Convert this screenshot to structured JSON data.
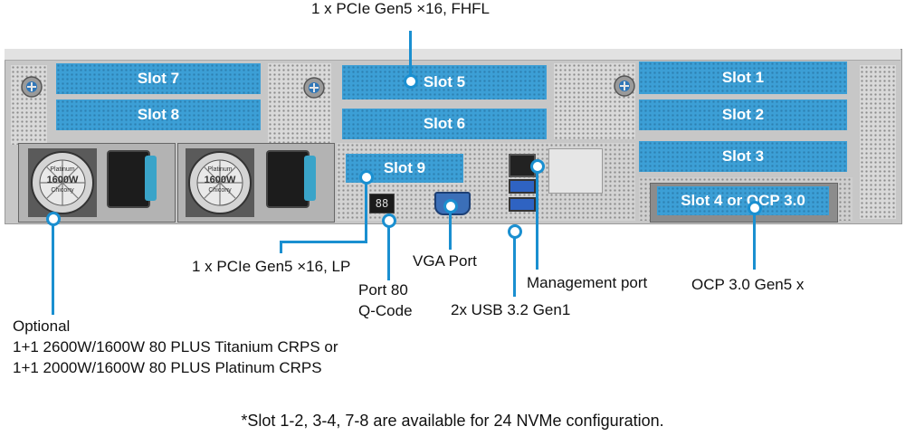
{
  "slots": {
    "slot7": "Slot 7",
    "slot8": "Slot 8",
    "slot5": "Slot 5",
    "slot6": "Slot 6",
    "slot9": "Slot 9",
    "slot1": "Slot 1",
    "slot2": "Slot 2",
    "slot3": "Slot 3",
    "slot4": "Slot 4 or OCP 3.0"
  },
  "psu": {
    "grade": "Platinum",
    "watt": "1600W",
    "brand": "Chicony"
  },
  "display_digits": "88",
  "labels": {
    "top_pcie": "1 x PCIe Gen5 ×16, FHFL",
    "pcie_lp": "1 x PCIe Gen5 ×16, LP",
    "port80_line1": "Port 80",
    "port80_line2": "Q-Code",
    "vga": "VGA Port",
    "usb": "2x USB 3.2 Gen1",
    "mgmt": "Management port",
    "ocp": "OCP 3.0 Gen5 x",
    "psu_line1": "Optional",
    "psu_line2": "1+1 2600W/1600W 80 PLUS Titanium CRPS or",
    "psu_line3": "1+1 2000W/1600W 80 PLUS Platinum CRPS"
  },
  "footnote": "*Slot 1-2, 3-4, 7-8 are available for 24 NVMe configuration.",
  "colors": {
    "accent": "#1a8fd0",
    "slot_blue": "#3c9fd6",
    "chassis": "#c9c9c9"
  }
}
